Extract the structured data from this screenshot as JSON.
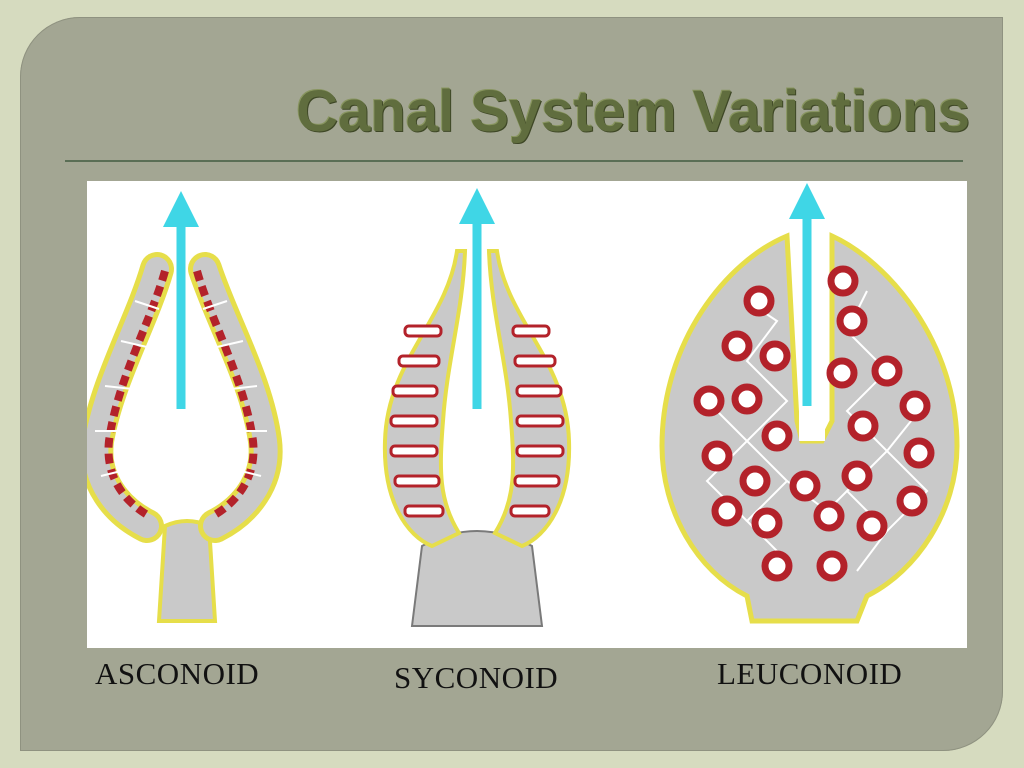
{
  "title": "Canal System Variations",
  "labels": {
    "asconoid": "ASCONOID",
    "syconoid": "SYCONOID",
    "leuconoid": "LEUCONOID"
  },
  "colors": {
    "background": "#d6dbbf",
    "frame": "#a3a693",
    "title": "#606d3e",
    "body_fill": "#c9c9c9",
    "epidermis": "#e6de4a",
    "choanocyte": "#b3222a",
    "water_arrow": "#3fd6e6"
  },
  "icons": [
    "water-flow-arrow-icon"
  ]
}
